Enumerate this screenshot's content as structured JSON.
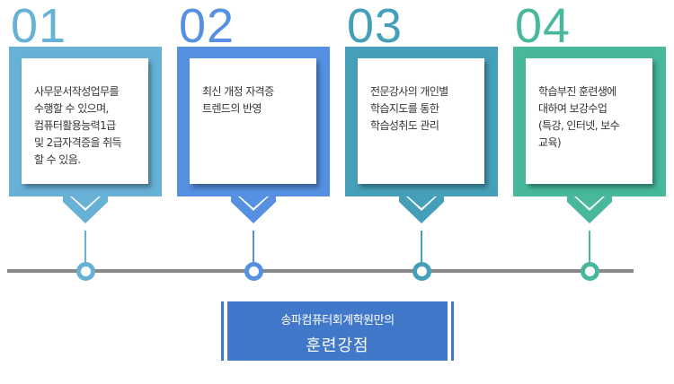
{
  "steps": [
    {
      "number": "01",
      "color": "#67b1d6",
      "text": "사무문서작성업무를\n수행할 수 있으며,\n컴퓨터활용능력1급\n및 2급자격증을 취득\n할 수 있음."
    },
    {
      "number": "02",
      "color": "#5590e3",
      "text": "최신 개정 자격증\n트렌드의 반영"
    },
    {
      "number": "03",
      "color": "#469fb9",
      "text": "전문강사의 개인별\n학습지도를 통한\n학습성취도 관리"
    },
    {
      "number": "04",
      "color": "#47b89c",
      "text": "학습부진 훈련생에\n대하여 보강수업\n(특강, 인터넷, 보수\n교육)"
    }
  ],
  "bottom": {
    "subtitle": "송파컴퓨터회계학원만의",
    "title": "훈련강점",
    "color": "#4278c9"
  }
}
